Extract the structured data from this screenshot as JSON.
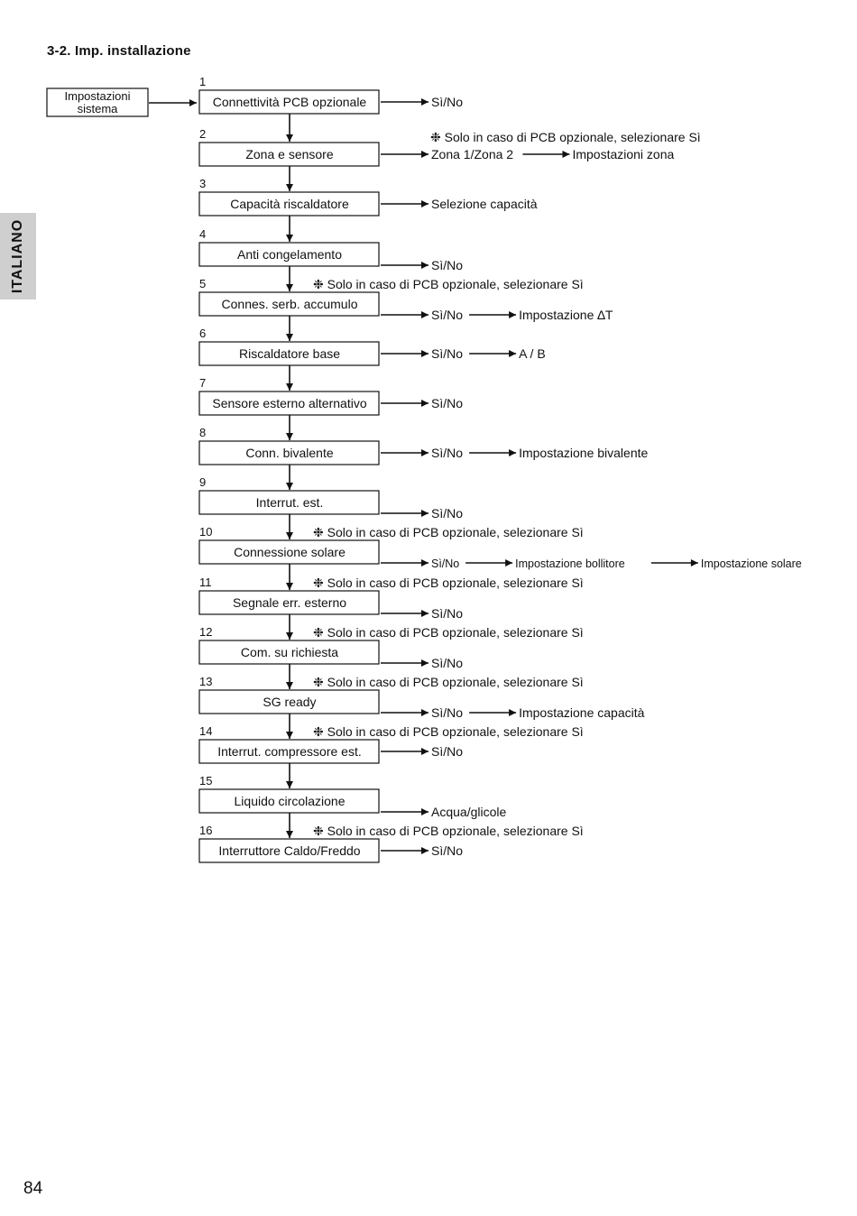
{
  "title": "3-2. Imp. installazione",
  "side_tab": "ITALIANO",
  "page_number": "84",
  "start_box": {
    "line1": "Impostazioni",
    "line2": "sistema"
  },
  "note_text": "❉ Solo in caso di PCB opzionale, selezionare Sì",
  "steps": [
    {
      "num": "1",
      "label": "Connettività PCB opzionale",
      "out": [
        "Sì/No"
      ]
    },
    {
      "num": "2",
      "label": "Zona e sensore",
      "out": [
        "Zona 1/Zona 2",
        "Impostazioni zona"
      ],
      "note": true
    },
    {
      "num": "3",
      "label": "Capacità riscaldatore",
      "out": [
        "Selezione capacità"
      ]
    },
    {
      "num": "4",
      "label": "Anti congelamento",
      "out": [
        "Sì/No"
      ]
    },
    {
      "num": "5",
      "label": "Connes. serb. accumulo",
      "out": [
        "Sì/No",
        "Impostazione ∆T"
      ],
      "note": true
    },
    {
      "num": "6",
      "label": "Riscaldatore base",
      "out": [
        "Sì/No",
        "A / B"
      ]
    },
    {
      "num": "7",
      "label": "Sensore esterno alternativo",
      "out": [
        "Sì/No"
      ]
    },
    {
      "num": "8",
      "label": "Conn. bivalente",
      "out": [
        "Sì/No",
        "Impostazione bivalente"
      ]
    },
    {
      "num": "9",
      "label": "Interrut. est.",
      "out": [
        "Sì/No"
      ]
    },
    {
      "num": "10",
      "label": "Connessione solare",
      "out": [
        "Sì/No",
        "Impostazione bollitore",
        "Impostazione solare"
      ],
      "note": true
    },
    {
      "num": "11",
      "label": "Segnale err. esterno",
      "out": [
        "Sì/No"
      ],
      "note": true
    },
    {
      "num": "12",
      "label": "Com. su richiesta",
      "out": [
        "Sì/No"
      ],
      "note": true
    },
    {
      "num": "13",
      "label": "SG ready",
      "out": [
        "Sì/No",
        "Impostazione capacità"
      ],
      "note": true
    },
    {
      "num": "14",
      "label": "Interrut. compressore est.",
      "out": [
        "Sì/No"
      ],
      "note": true
    },
    {
      "num": "15",
      "label": "Liquido circolazione",
      "out": [
        "Acqua/glicole"
      ]
    },
    {
      "num": "16",
      "label": "Interruttore Caldo/Freddo",
      "out": [
        "Sì/No"
      ],
      "note": true
    }
  ]
}
